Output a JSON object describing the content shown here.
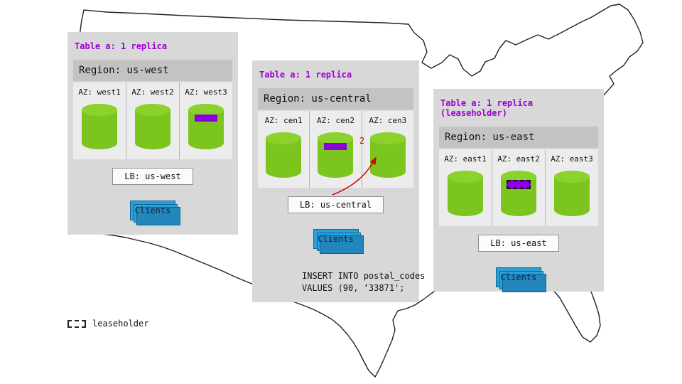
{
  "panels": [
    {
      "table_label": "Table a: 1 replica",
      "region_label": "Region: us-west",
      "azs": [
        {
          "label": "AZ: west1",
          "has_replica": false,
          "leaseholder": false
        },
        {
          "label": "AZ: west2",
          "has_replica": false,
          "leaseholder": false
        },
        {
          "label": "AZ: west3",
          "has_replica": true,
          "leaseholder": false
        }
      ],
      "lb_label": "LB: us-west",
      "clients_label": "Clients"
    },
    {
      "table_label": "Table a: 1 replica",
      "region_label": "Region: us-central",
      "azs": [
        {
          "label": "AZ: cen1",
          "has_replica": false,
          "leaseholder": false
        },
        {
          "label": "AZ: cen2",
          "has_replica": true,
          "leaseholder": false
        },
        {
          "label": "AZ: cen3",
          "has_replica": false,
          "leaseholder": false
        }
      ],
      "lb_label": "LB: us-central",
      "clients_label": "Clients",
      "arrow_label": "2",
      "sql": {
        "line1": "INSERT INTO postal_codes",
        "line2": "VALUES (90, ‘33871';"
      }
    },
    {
      "table_label": "Table a: 1 replica (leaseholder)",
      "region_label": "Region: us-east",
      "azs": [
        {
          "label": "AZ: east1",
          "has_replica": false,
          "leaseholder": false
        },
        {
          "label": "AZ: east2",
          "has_replica": true,
          "leaseholder": true
        },
        {
          "label": "AZ: east3",
          "has_replica": false,
          "leaseholder": false
        }
      ],
      "lb_label": "LB: us-east",
      "clients_label": "Clients"
    }
  ],
  "legend": {
    "label": "leaseholder"
  },
  "colors": {
    "purple_text": "#9b00d3",
    "replica_purple": "#8a00e0",
    "cylinder_green": "#7cc41e",
    "cylinder_top_green": "#8bd22c",
    "clients_blue": "#2b9fd9",
    "arrow_red": "#d40000",
    "panel_gray": "#d8d8d8",
    "region_band_gray": "#c3c3c3"
  }
}
